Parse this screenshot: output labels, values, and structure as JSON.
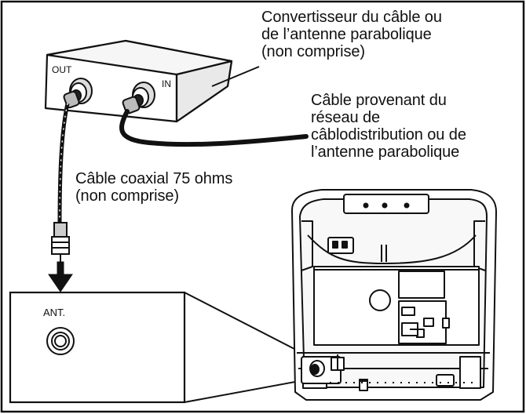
{
  "labels": {
    "converter": [
      "Convertisseur du câble ou",
      "de l’antenne parabolique",
      "(non comprise)"
    ],
    "network_cable": [
      "Câble provenant du",
      "réseau de",
      "câblodistribution ou de",
      "l’antenne parabolique"
    ],
    "coax_cable": [
      "Câble coaxial 75 ohms",
      "(non comprise)"
    ]
  },
  "ports": {
    "out": "OUT",
    "in": "IN",
    "ant": "ANT."
  }
}
